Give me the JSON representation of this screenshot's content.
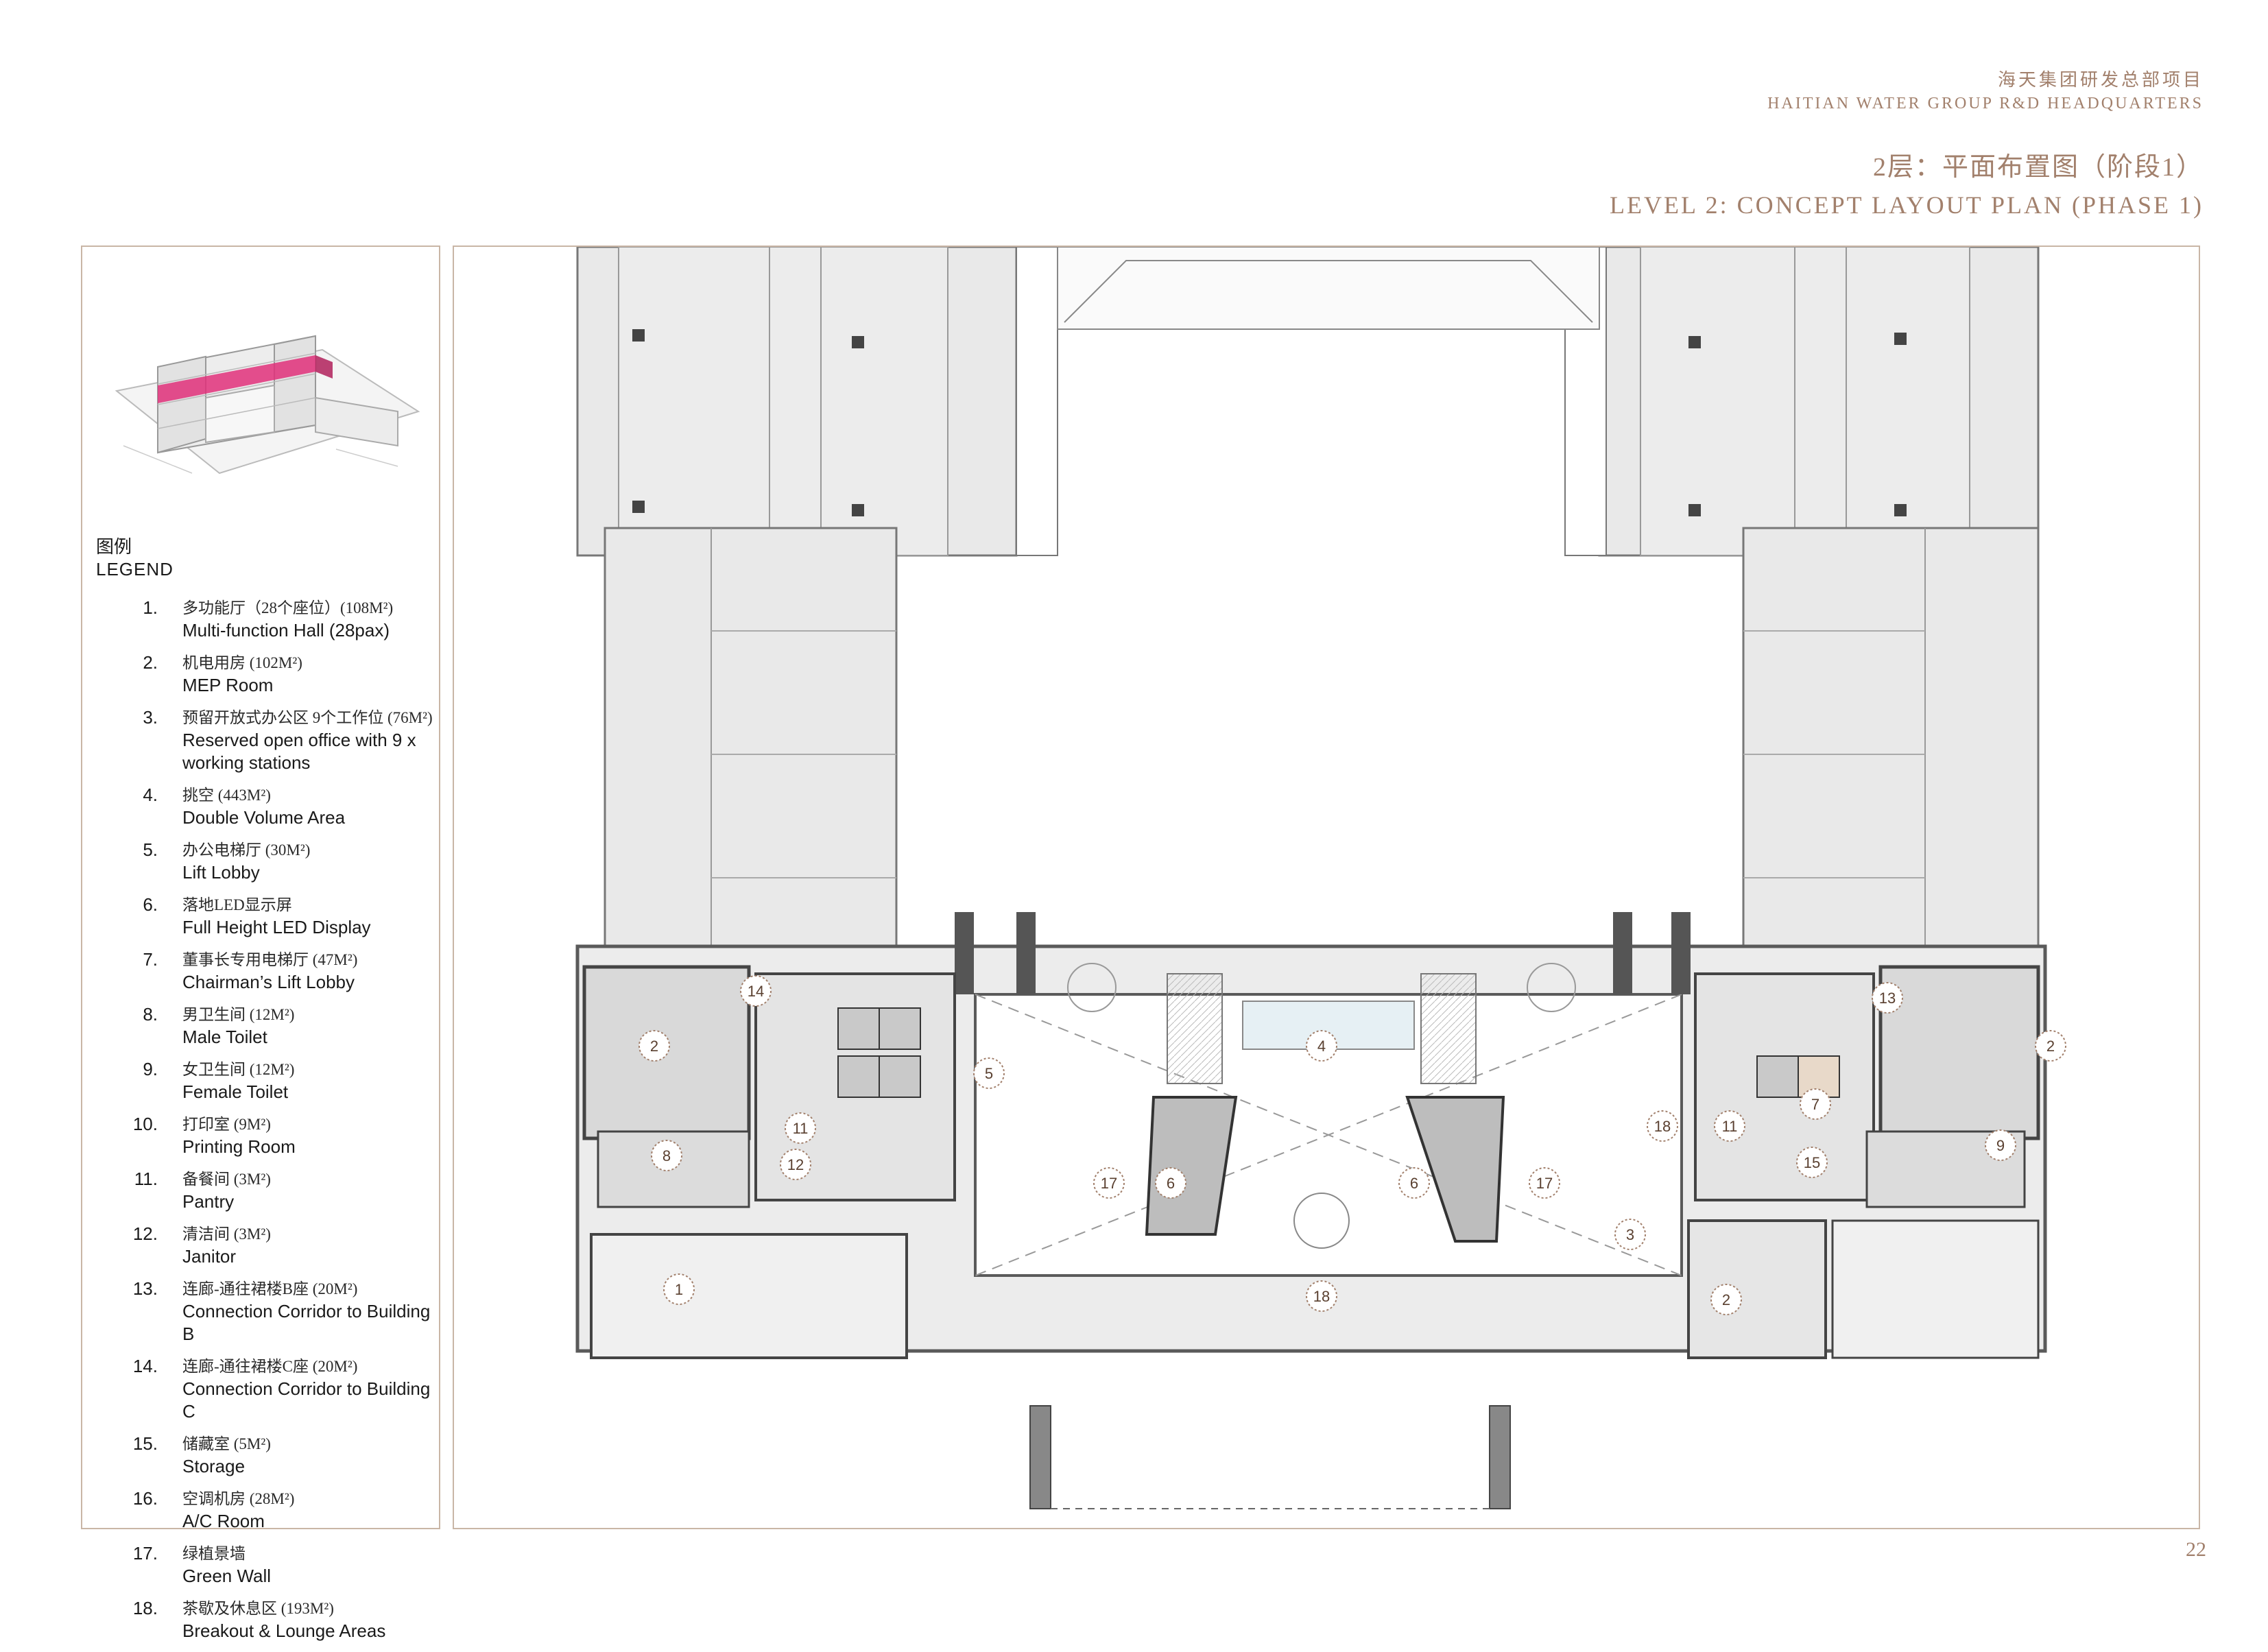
{
  "header": {
    "project_cn": "海天集团研发总部项目",
    "project_en": "HAITIAN WATER GROUP R&D HEADQUARTERS",
    "title_cn": "2层：平面布置图（阶段1）",
    "title_en": "LEVEL 2: CONCEPT LAYOUT PLAN (PHASE 1)"
  },
  "legend": {
    "title_cn": "图例",
    "title_en": "LEGEND",
    "items": [
      {
        "num": "1.",
        "cn": "多功能厅（28个座位）(108M²)",
        "en": "Multi-function Hall (28pax)"
      },
      {
        "num": "2.",
        "cn": "机电用房 (102M²)",
        "en": "MEP Room"
      },
      {
        "num": "3.",
        "cn": "预留开放式办公区 9个工作位 (76M²)",
        "en": "Reserved open office with 9 x working stations"
      },
      {
        "num": "4.",
        "cn": "挑空 (443M²)",
        "en": "Double Volume Area"
      },
      {
        "num": "5.",
        "cn": "办公电梯厅 (30M²)",
        "en": "Lift Lobby"
      },
      {
        "num": "6.",
        "cn": "落地LED显示屏",
        "en": "Full Height LED Display"
      },
      {
        "num": "7.",
        "cn": "董事长专用电梯厅 (47M²)",
        "en": "Chairman’s Lift Lobby"
      },
      {
        "num": "8.",
        "cn": "男卫生间 (12M²)",
        "en": "Male Toilet"
      },
      {
        "num": "9.",
        "cn": "女卫生间 (12M²)",
        "en": "Female Toilet"
      },
      {
        "num": "10.",
        "cn": "打印室 (9M²)",
        "en": "Printing Room"
      },
      {
        "num": "11.",
        "cn": "备餐间 (3M²)",
        "en": "Pantry"
      },
      {
        "num": "12.",
        "cn": "清洁间 (3M²)",
        "en": "Janitor"
      },
      {
        "num": "13.",
        "cn": "连廊-通往裙楼B座 (20M²)",
        "en": "Connection Corridor to Building B"
      },
      {
        "num": "14.",
        "cn": "连廊-通往裙楼C座 (20M²)",
        "en": "Connection Corridor to Building C"
      },
      {
        "num": "15.",
        "cn": "储藏室 (5M²)",
        "en": "Storage"
      },
      {
        "num": "16.",
        "cn": "空调机房 (28M²)",
        "en": "A/C Room"
      },
      {
        "num": "17.",
        "cn": "绿植景墙",
        "en": "Green Wall"
      },
      {
        "num": "18.",
        "cn": "茶歇及休息区 (193M²)",
        "en": "Breakout & Lounge Areas"
      }
    ]
  },
  "plan": {
    "tags": [
      "1",
      "2",
      "2",
      "2",
      "3",
      "4",
      "5",
      "6",
      "6",
      "7",
      "8",
      "9",
      "11",
      "11",
      "12",
      "13",
      "14",
      "15",
      "17",
      "17",
      "18",
      "18"
    ]
  },
  "colors": {
    "accent": "#a2806c",
    "highlight": "#e0307a",
    "wall": "#5a5a5a",
    "floor": "#e9e9e9",
    "void": "#ffffff"
  },
  "page_number": "22"
}
